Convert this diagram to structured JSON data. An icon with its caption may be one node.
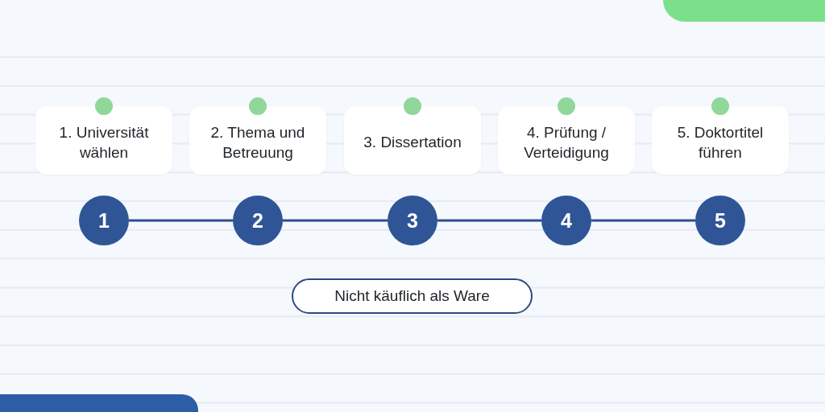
{
  "diagram": {
    "nodes": [
      {
        "text": [
          "1. Universität wählen"
        ]
      },
      {
        "text": [
          "2. Thema und Betreuung"
        ]
      },
      {
        "text": [
          "3. Dissertation"
        ]
      },
      {
        "text": [
          "4. Prüfung / Verteidigung"
        ]
      },
      {
        "text": [
          "5. Doktortitel führen"
        ]
      },
      {
        "text": [
          "1"
        ]
      },
      {
        "text": [
          "2"
        ]
      },
      {
        "text": [
          "3"
        ]
      },
      {
        "text": [
          "4"
        ]
      },
      {
        "text": [
          "5"
        ]
      },
      {
        "text": [
          "Nicht käuflich als Ware"
        ]
      }
    ],
    "edges": [
      {
        "from": 5,
        "to": 6,
        "arrow": "none"
      },
      {
        "from": 6,
        "to": 7,
        "arrow": "none"
      },
      {
        "from": 7,
        "to": 8,
        "arrow": "none"
      },
      {
        "from": 8,
        "to": 9,
        "arrow": "none"
      }
    ]
  }
}
